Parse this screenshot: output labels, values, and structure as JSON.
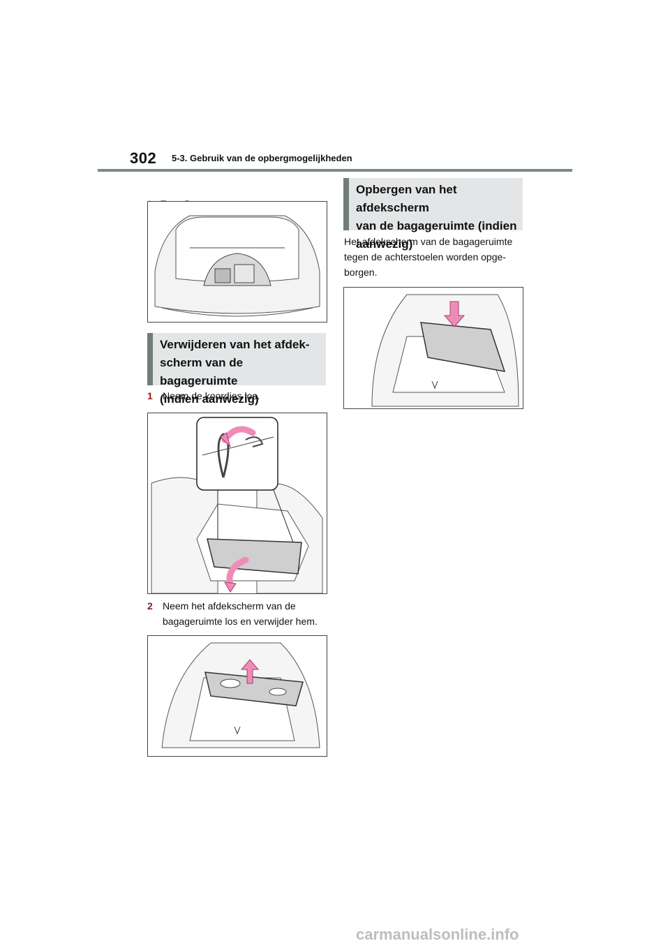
{
  "header": {
    "page_number": "302",
    "section": "5-3. Gebruik van de opbergmogelijkheden"
  },
  "left": {
    "type_label": "Type B",
    "heading_remove": [
      "Verwijderen van het afdek-",
      "scherm van de bagageruimte",
      "(indien aanwezig)"
    ],
    "step1": {
      "number": "1",
      "text": "Neem de koordjes los."
    },
    "step2": {
      "number": "2",
      "text_line1": "Neem het afdekscherm van de",
      "text_line2": "bagageruimte los en verwijder hem."
    }
  },
  "right": {
    "heading_store": [
      "Opbergen van het afdekscherm",
      "van de bagageruimte (indien",
      "aanwezig)"
    ],
    "body": [
      "Het afdekscherm van de bagageruimte",
      "tegen de achterstoelen worden opge-",
      "borgen."
    ]
  },
  "footer": {
    "watermark": "carmanualsonline.info"
  },
  "colors": {
    "accent_bar": "#6f7d7a",
    "heading_bg": "#e3e5e6",
    "step_number": "#8a1a1a",
    "arrow_pink": "#f08bb8"
  }
}
